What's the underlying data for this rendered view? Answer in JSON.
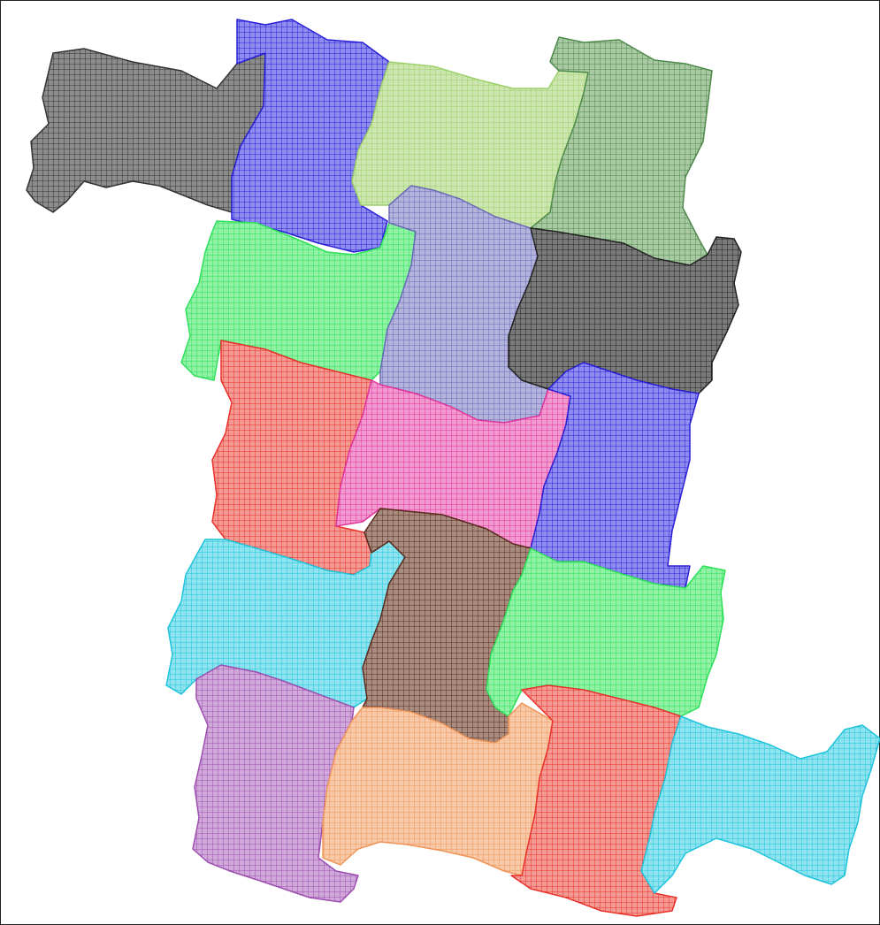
{
  "figure": {
    "type": "tiled-region-map",
    "background": "#ffffff",
    "border_color": "#222222",
    "cell_pattern": "grid-of-small-squares",
    "regions": [
      {
        "name": "black-top-left",
        "color": "#333333",
        "fill": "#8c8c8c"
      },
      {
        "name": "blue-top",
        "color": "#2a1fd6",
        "fill": "#8e8cf0"
      },
      {
        "name": "lightgreen-top",
        "color": "#9ccf6a",
        "fill": "#cde6b0"
      },
      {
        "name": "darkgreen-top-right",
        "color": "#4e8a4a",
        "fill": "#a8c9a4"
      },
      {
        "name": "green-left",
        "color": "#2ee05a",
        "fill": "#8ff2a5"
      },
      {
        "name": "slate-center",
        "color": "#6a6ab8",
        "fill": "#b3b3dc"
      },
      {
        "name": "black-right",
        "color": "#222222",
        "fill": "#7a7a7a"
      },
      {
        "name": "red-left",
        "color": "#e8312b",
        "fill": "#f59a93"
      },
      {
        "name": "pink-center",
        "color": "#e0349c",
        "fill": "#f29ad0"
      },
      {
        "name": "blue-right",
        "color": "#2a1fd6",
        "fill": "#8e8cf0"
      },
      {
        "name": "cyan-left",
        "color": "#1fc4dc",
        "fill": "#8fe3ee"
      },
      {
        "name": "brown-center",
        "color": "#5a2a1c",
        "fill": "#a98c80"
      },
      {
        "name": "green-right",
        "color": "#2ee05a",
        "fill": "#8ff2a5"
      },
      {
        "name": "purple-bottom-left",
        "color": "#9d4fb0",
        "fill": "#d0a9da"
      },
      {
        "name": "orange-bottom",
        "color": "#f0955a",
        "fill": "#f7c9a8"
      },
      {
        "name": "red-bottom",
        "color": "#e8312b",
        "fill": "#f59a93"
      },
      {
        "name": "cyan-bottom-right",
        "color": "#1fc4dc",
        "fill": "#8fe3ee"
      }
    ]
  }
}
